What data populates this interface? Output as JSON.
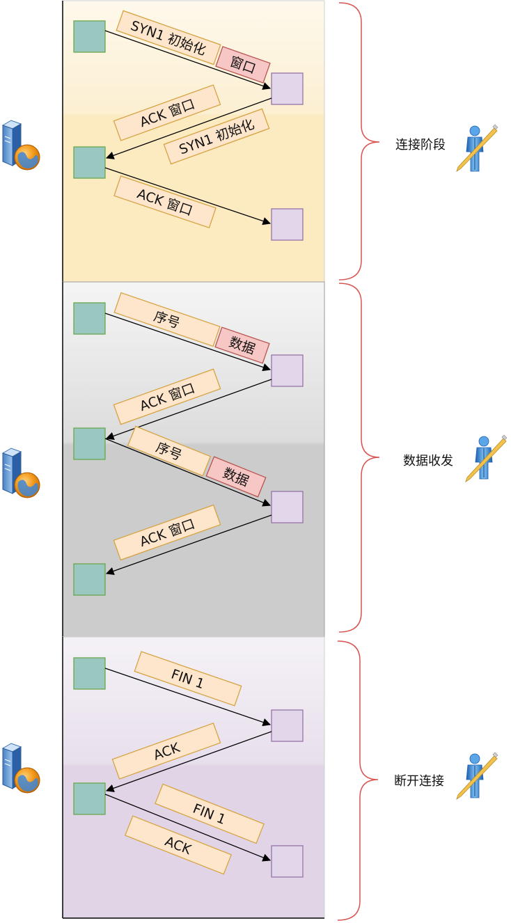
{
  "colors": {
    "connect_panel_top": "#fdf4dc",
    "connect_panel_bottom": "#fcebc1",
    "data_panel_top": "#f3f3f3",
    "data_panel_bottom": "#cccccc",
    "close_panel_top": "#f1ecf5",
    "close_panel_bottom": "#e1d4e6",
    "label_fill": "#fde6cc",
    "label_stroke": "#d6a342",
    "data_label_fill": "#f7c7c6",
    "data_label_stroke": "#b85450",
    "client_node_fill": "#9ac7bf",
    "client_node_stroke": "#6aa84f",
    "server_node_fill": "#e2d6ea",
    "server_node_stroke": "#9673a6",
    "brace": "#d9534f"
  },
  "icons": {
    "client": "server-globe-icon",
    "annotator": "person-pen-icon"
  },
  "phases": [
    {
      "key": "connect",
      "label": "连接阶段",
      "messages": {
        "syn1": "SYN1 初始化",
        "window1": "窗口",
        "ack_window": "ACK 窗口",
        "syn1_reply": "SYN1 初始化",
        "ack_window_final": "ACK 窗口"
      }
    },
    {
      "key": "data",
      "label": "数据收发",
      "messages": {
        "seq1": "序号",
        "data1": "数据",
        "ack_window1": "ACK 窗口",
        "seq2": "序号",
        "data2": "数据",
        "ack_window2": "ACK 窗口"
      }
    },
    {
      "key": "close",
      "label": "断开连接",
      "messages": {
        "fin1": "FIN 1",
        "ack1": "ACK",
        "fin1_reply": "FIN 1",
        "ack2": "ACK"
      }
    }
  ]
}
